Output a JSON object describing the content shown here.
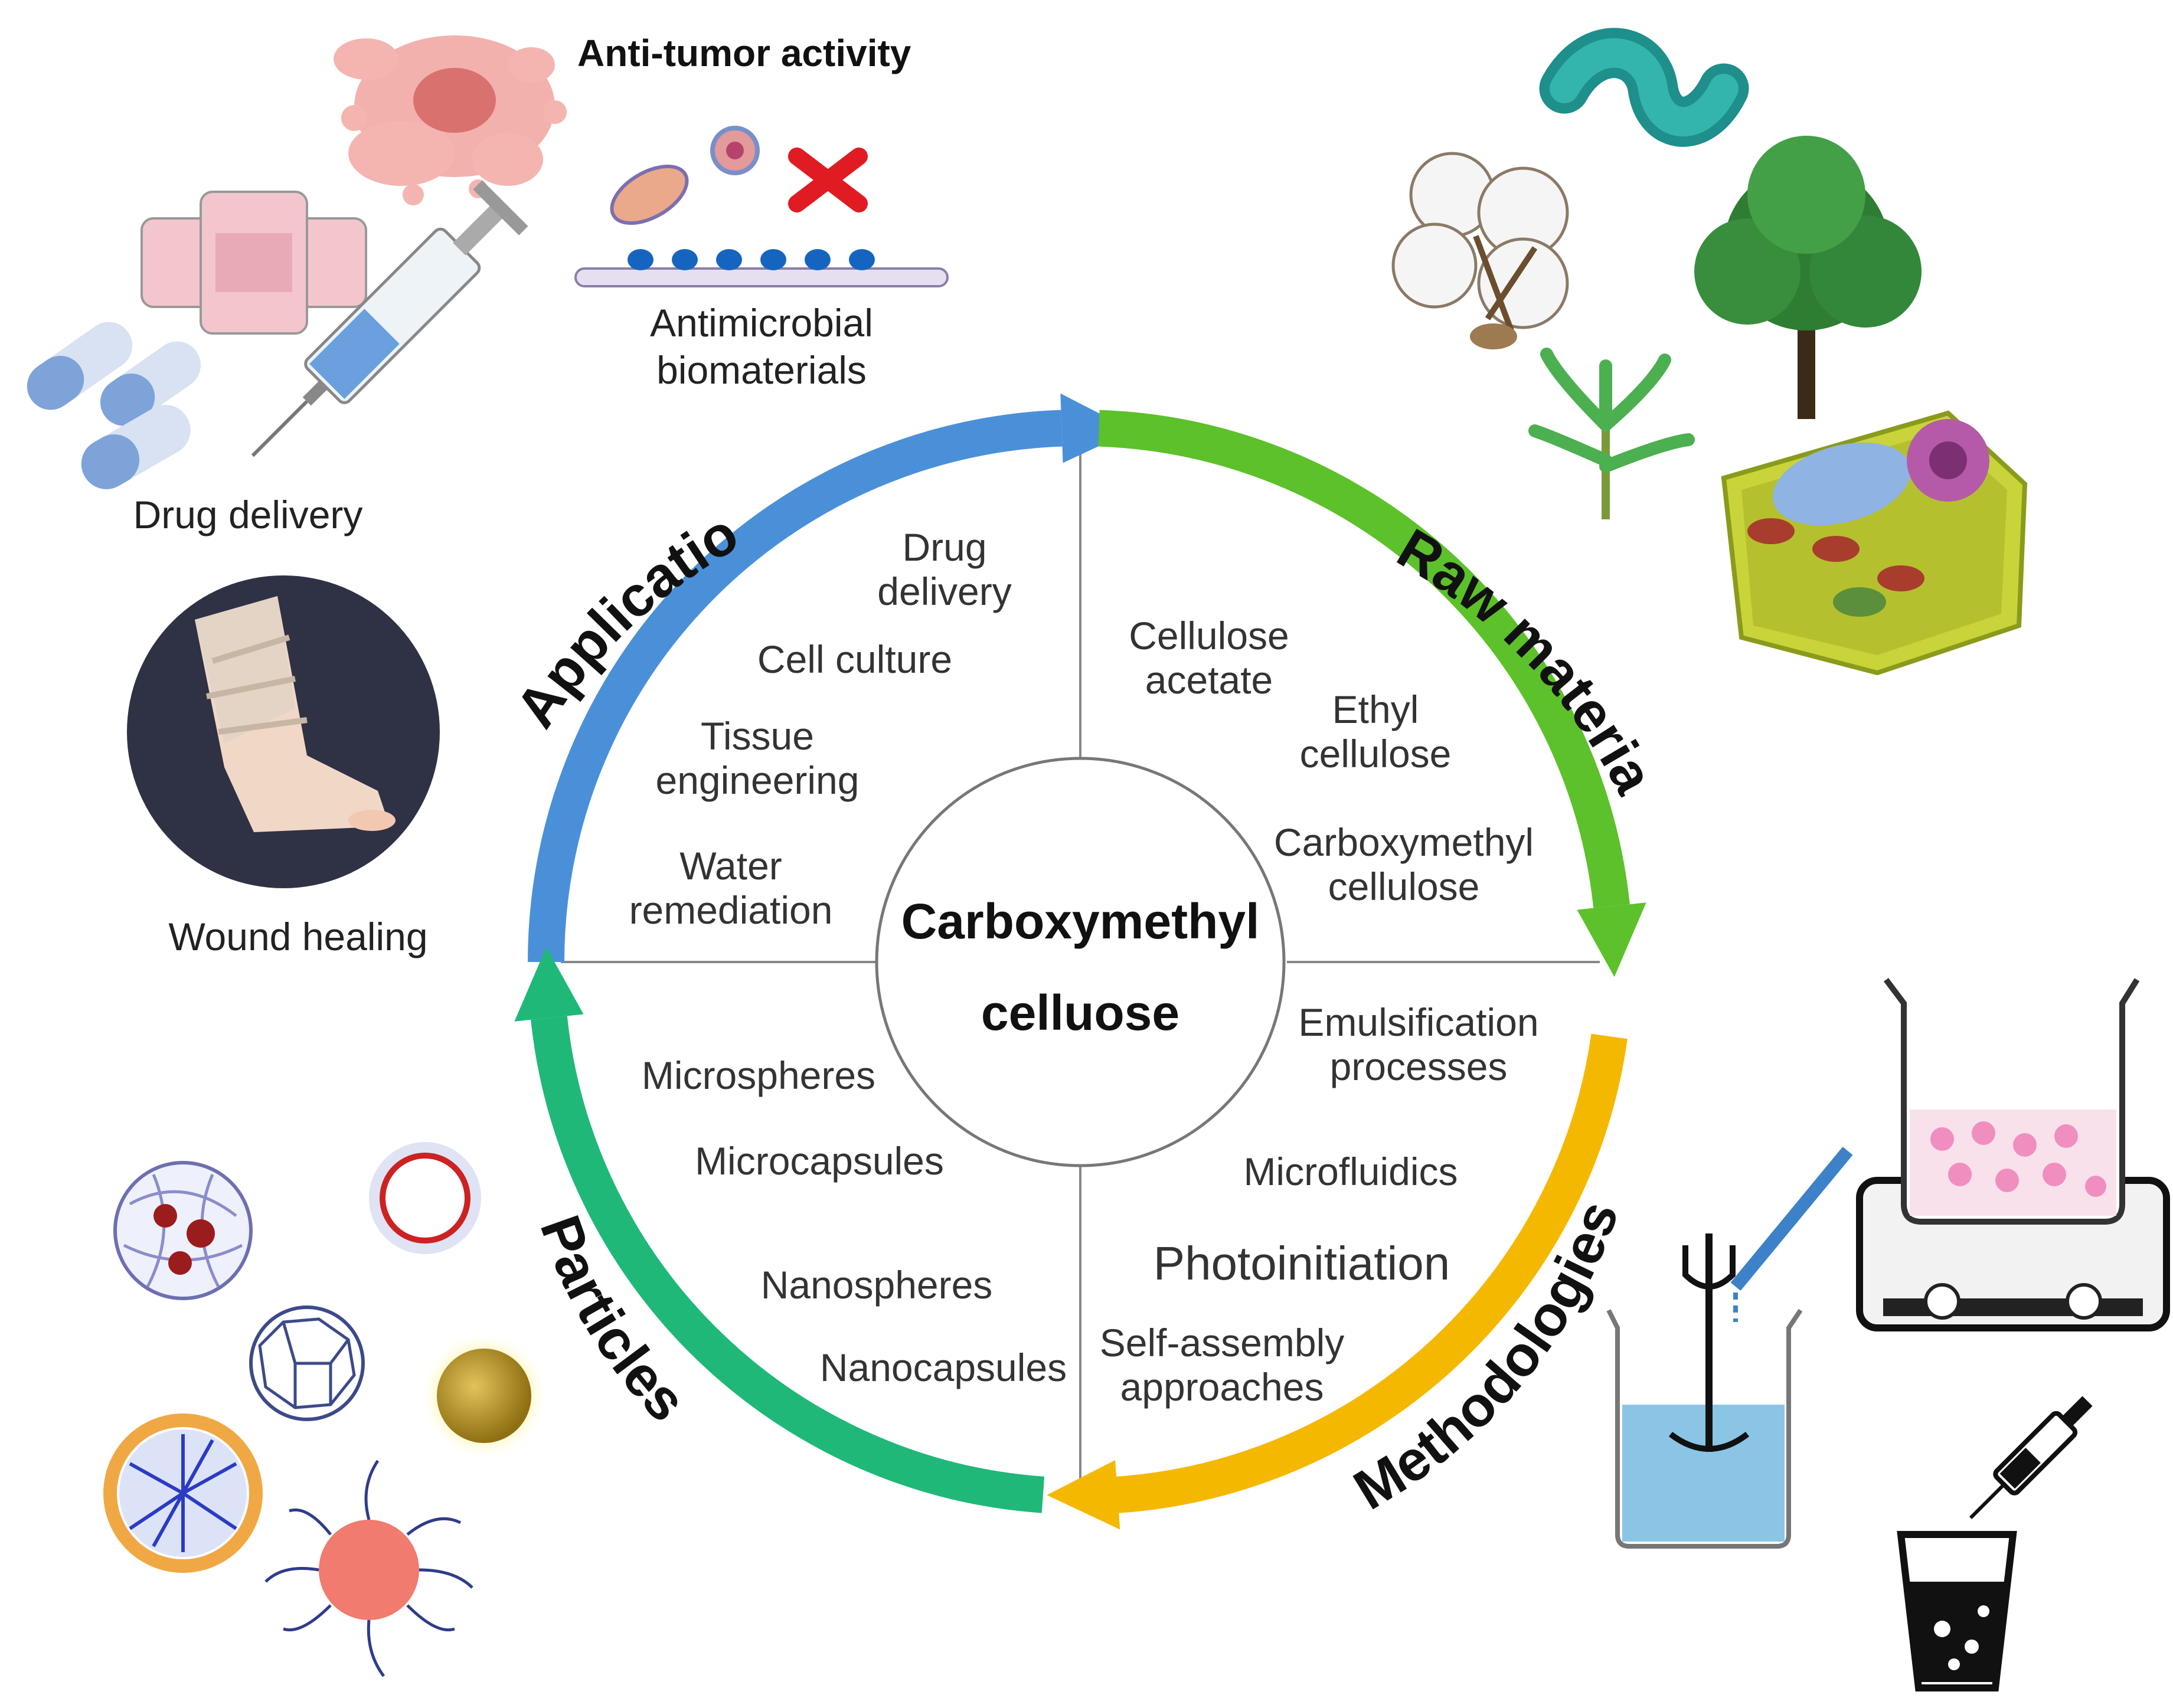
{
  "center": {
    "line1": "Carboxymethyl",
    "line2": "celluose"
  },
  "sections": {
    "applications": "Applications",
    "raw_materials": "Raw materials",
    "methodologies": "Methodologies",
    "particles": "Particles"
  },
  "applications_items": [
    {
      "line1": "Drug",
      "line2": "delivery"
    },
    {
      "line1": "Cell culture"
    },
    {
      "line1": "Tissue",
      "line2": "engineering"
    },
    {
      "line1": "Water",
      "line2": "remediation"
    }
  ],
  "raw_material_items": [
    {
      "line1": "Cellulose",
      "line2": "acetate"
    },
    {
      "line1": "Ethyl",
      "line2": "cellulose"
    },
    {
      "line1": "Carboxymethyl",
      "line2": "cellulose"
    }
  ],
  "methodology_items": [
    {
      "line1": "Emulsification",
      "line2": "processes"
    },
    {
      "line1": "Microfluidics"
    },
    {
      "line1": "Photoinitiation"
    },
    {
      "line1": "Self-assembly",
      "line2": "approaches"
    }
  ],
  "particle_items": [
    {
      "line1": "Microspheres"
    },
    {
      "line1": "Microcapsules"
    },
    {
      "line1": "Nanospheres"
    },
    {
      "line1": "Nanocapsules"
    }
  ],
  "illustration_labels": {
    "anti_tumor": "Anti-tumor activity",
    "antimicrobial_1": "Antimicrobial",
    "antimicrobial_2": "biomaterials",
    "drug_delivery": "Drug delivery",
    "wound_healing": "Wound healing"
  },
  "colors": {
    "applications": "#4a90d9",
    "raw_materials": "#5cc12a",
    "methodologies": "#f5b800",
    "particles": "#1fb878"
  }
}
